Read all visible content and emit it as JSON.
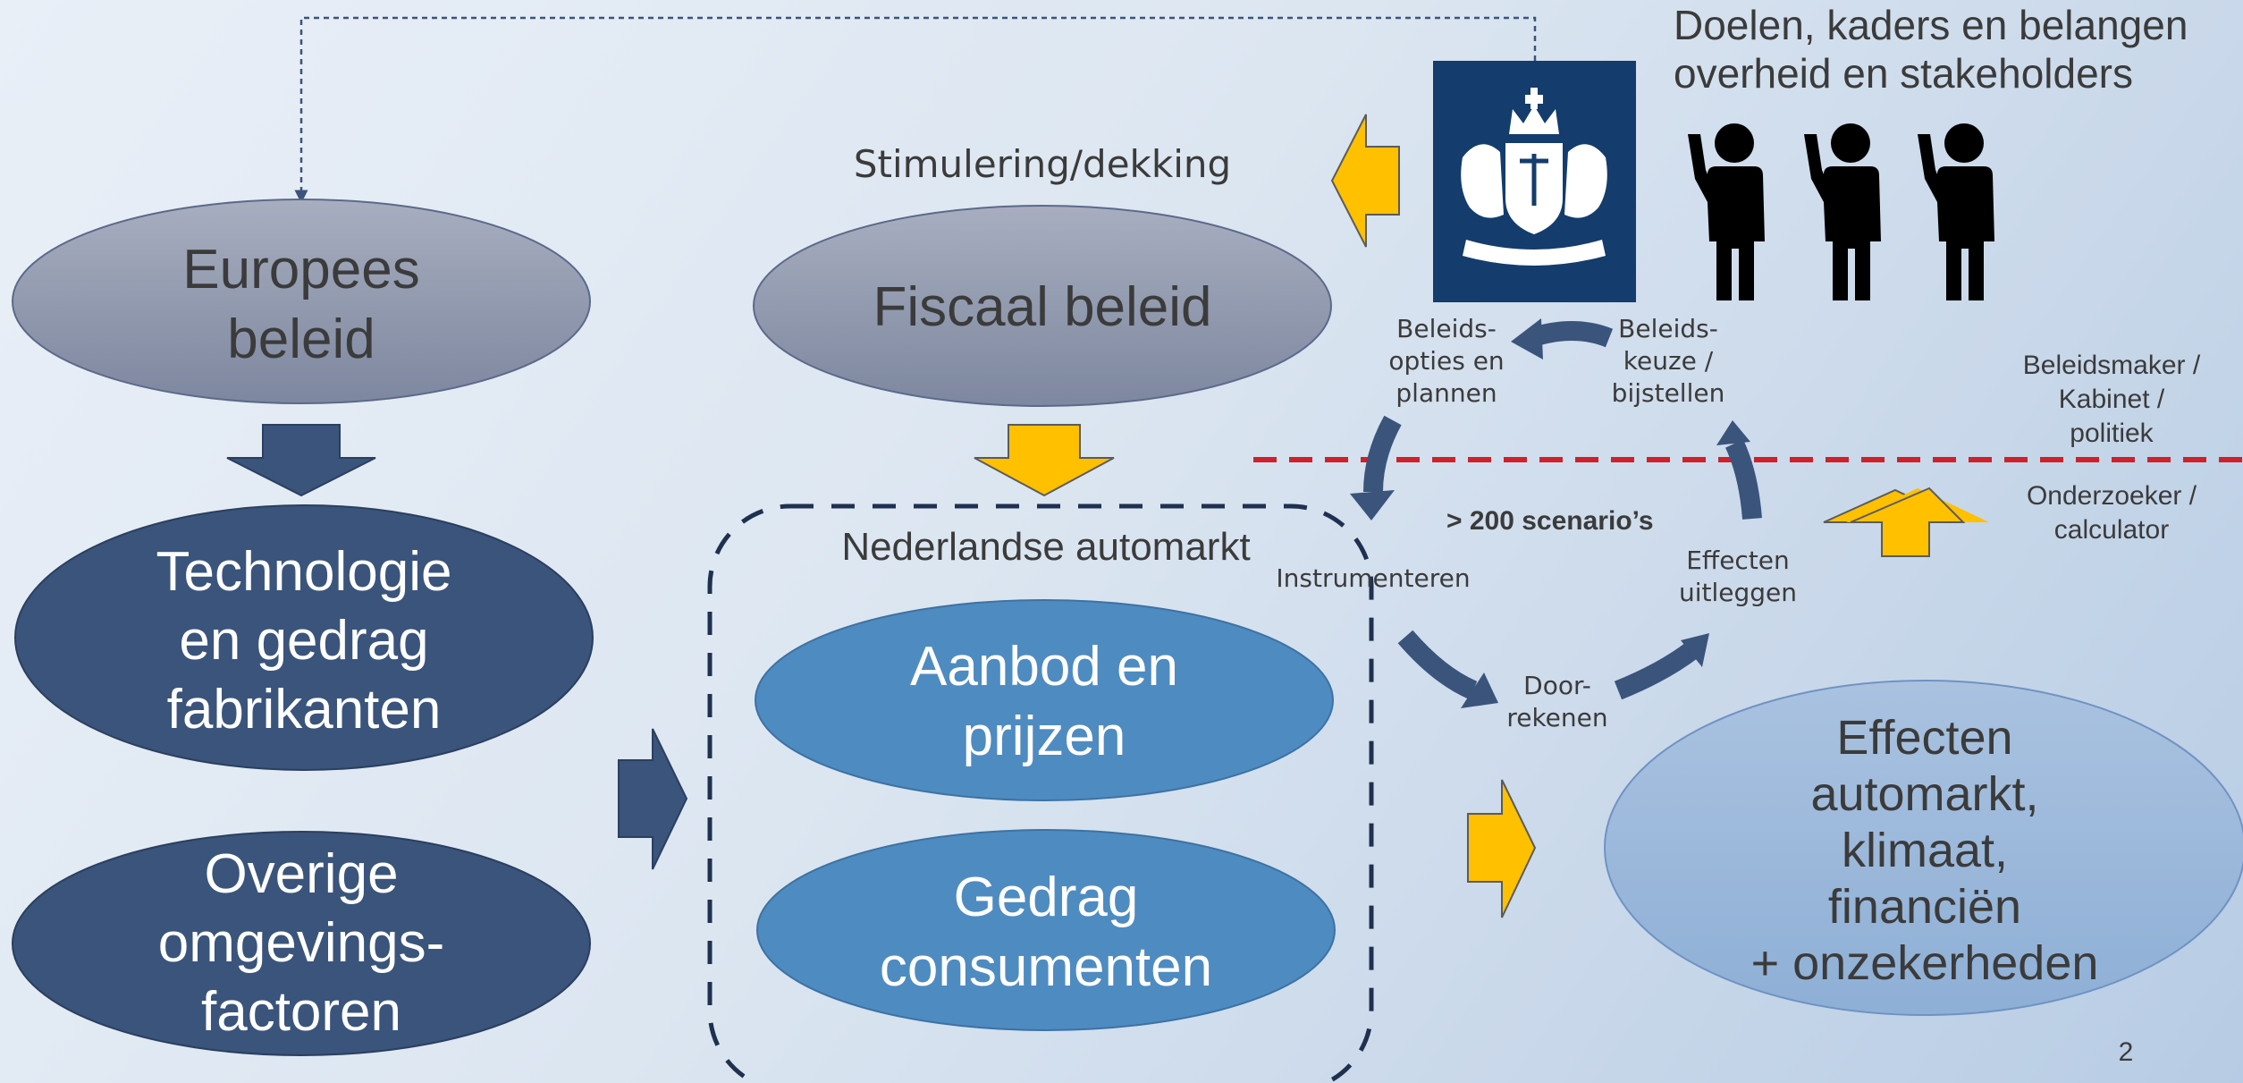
{
  "title_lines": [
    "Doelen, kaders en belangen",
    "overheid en stakeholders"
  ],
  "stimulering_label": "Stimulering/dekking",
  "ellipses": {
    "europees": [
      "Europees",
      "beleid"
    ],
    "fiscaal": [
      "Fiscaal beleid"
    ],
    "technologie": [
      "Technologie",
      "en gedrag",
      "fabrikanten"
    ],
    "overige": [
      "Overige",
      "omgevings-",
      "factoren"
    ],
    "aanbod": [
      "Aanbod en",
      "prijzen"
    ],
    "gedrag": [
      "Gedrag",
      "consumenten"
    ],
    "effecten": [
      "Effecten",
      "automarkt,",
      "klimaat,",
      "financiën",
      "+ onzekerheden"
    ]
  },
  "market_box_label": "Nederlandse automarkt",
  "cycle": {
    "opties": [
      "Beleids-",
      "opties en",
      "plannen"
    ],
    "keuze": [
      "Beleids-",
      "keuze /",
      "bijstellen"
    ],
    "instrumenteren": "Instrumenteren",
    "scenarios": "> 200 scenario’s",
    "effecten_uitleggen": [
      "Effecten",
      "uitleggen"
    ],
    "doorrekenen": [
      "Door-",
      "rekenen"
    ]
  },
  "roles": {
    "beleidsmaker": [
      "Beleidsmaker /",
      "Kabinet /",
      "politiek"
    ],
    "onderzoeker": [
      "Onderzoeker /",
      "calculator"
    ]
  },
  "page_number": "2",
  "colors": {
    "navy": "#3a547c",
    "mid_blue": "#4e8bc1",
    "grey_ellipse": "#8e97ad",
    "light_blue_ellipse": "#9ab7da",
    "yellow_arrow": "#ffc000",
    "red_dashed": "#d0202a",
    "logo_bg": "#143c6d"
  }
}
